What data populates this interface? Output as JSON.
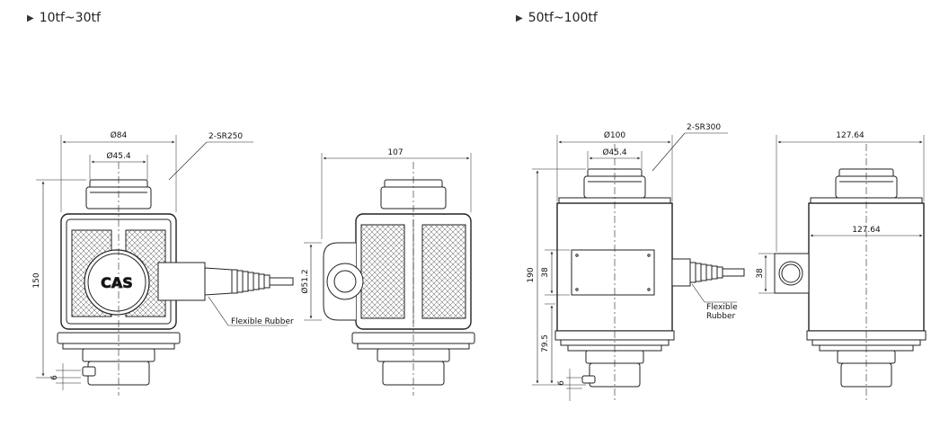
{
  "headings": {
    "left": "10tf~30tf",
    "right": "50tf~100tf"
  },
  "small": {
    "dim_top_outer": "Ø84",
    "dim_top_inner": "Ø45.4",
    "dim_radius": "2-SR250",
    "dim_height": "150",
    "dim_foot": "6",
    "logo": "CAS",
    "cable_label": "Flexible Rubber",
    "side_width": "107",
    "side_bore": "Ø51.2"
  },
  "large": {
    "dim_top_outer": "Ø100",
    "dim_top_inner": "Ø45.4",
    "dim_radius": "2-SR300",
    "dim_height": "190",
    "dim_plate": "38",
    "dim_lower": "79.5",
    "dim_foot": "6",
    "cable_label_1": "Flexible",
    "cable_label_2": "Rubber",
    "side_width_top": "127.64",
    "side_width_mid": "127.64",
    "side_boss": "38"
  }
}
